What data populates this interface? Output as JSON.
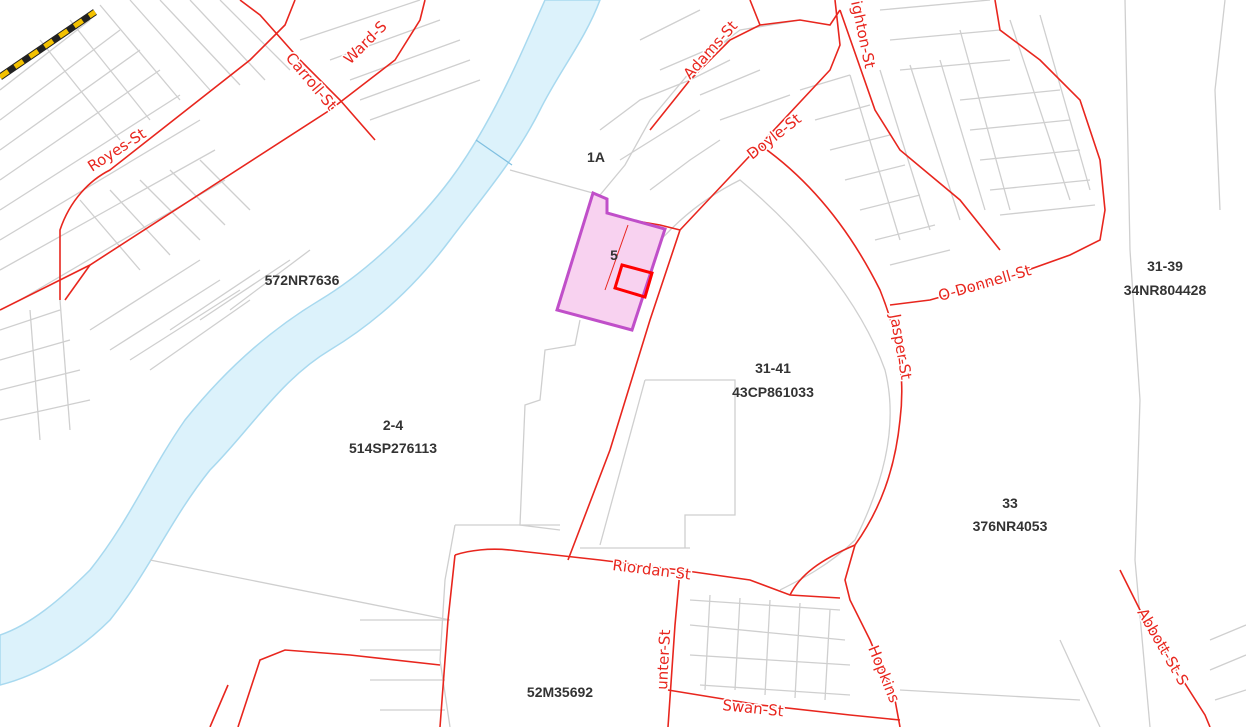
{
  "colors": {
    "road": "#e8261e",
    "parcel": "#cfcfcf",
    "river": "#dcf2fb",
    "subject_lot_fill": "#f8d2f0",
    "subject_lot_stroke": "#c04fc9",
    "highlight_box": "#ff0000",
    "label": "#333333"
  },
  "streets": {
    "royes": "Royes-St",
    "carroll": "Carroll-St",
    "ward": "Ward-S",
    "adams": "Adams-St",
    "leighton": "ighton-St",
    "doyle": "Doyle-St",
    "odonnell": "O-Donnell-St",
    "jasper": "Jasper-St",
    "riordan": "Riordan-St",
    "hunter": "unter-St",
    "hopkins": "Hopkins",
    "swan": "Swan-St",
    "abbott": "Abbott-St-S"
  },
  "lots": {
    "lot_1a": "1A",
    "lot_5": "5",
    "lot_572": "572NR7636",
    "lot_2_4_num": "2-4",
    "lot_2_4_plan": "514SP276113",
    "lot_31_41_num": "31-41",
    "lot_31_41_plan": "43CP861033",
    "lot_31_39_num": "31-39",
    "lot_31_39_plan": "34NR804428",
    "lot_33_num": "33",
    "lot_33_plan": "376NR4053",
    "lot_52": "52M35692"
  }
}
